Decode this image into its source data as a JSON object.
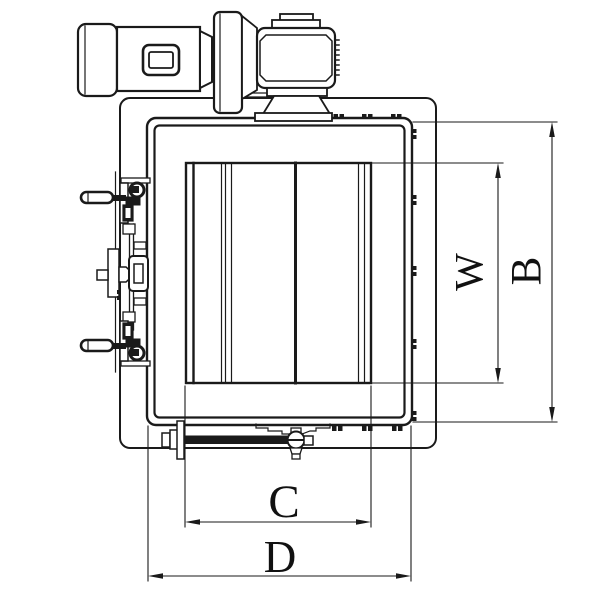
{
  "drawing": {
    "type": "engineering-line-drawing",
    "colors": {
      "line": "#1a1a1a",
      "background": "#ffffff"
    },
    "dimension_labels": {
      "panel_height": "W",
      "frame_height": "B",
      "panel_width": "C",
      "frame_width": "D"
    }
  }
}
